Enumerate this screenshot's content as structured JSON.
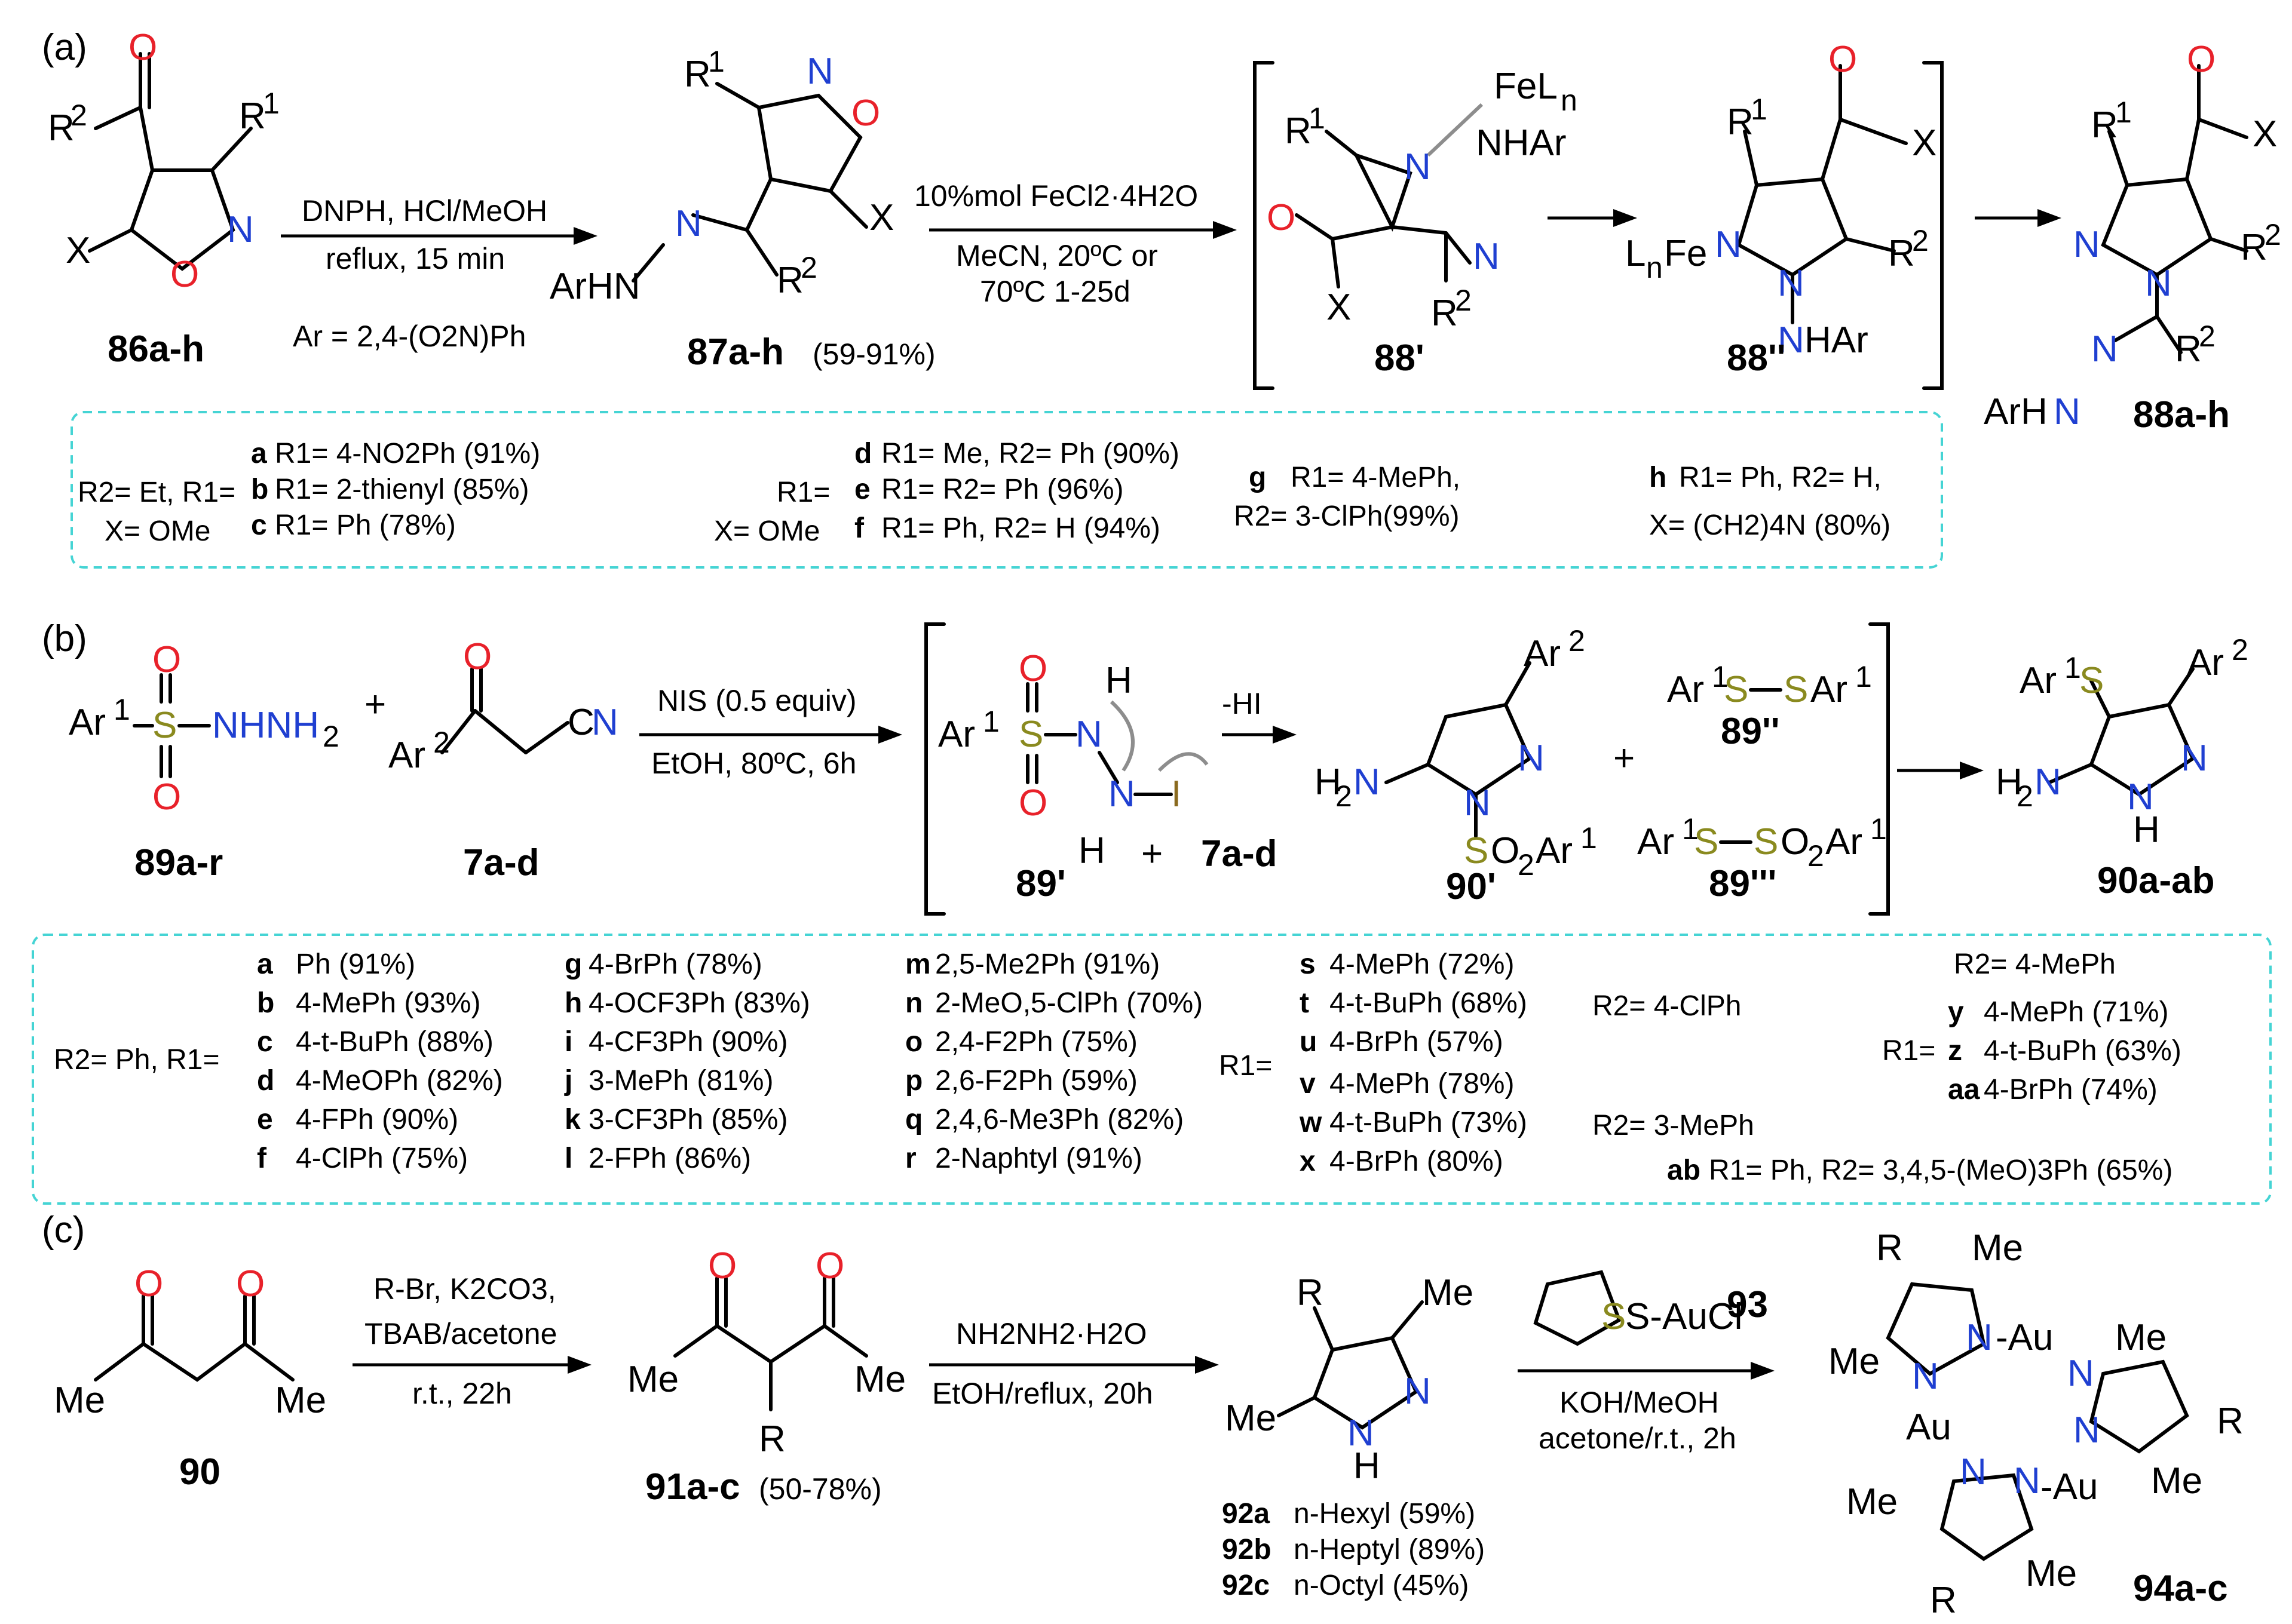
{
  "panels": {
    "a": {
      "tag": "(a)",
      "compounds": {
        "c86": "86a-h",
        "c87": "87a-h",
        "c87_yield": "(59-91%)",
        "c88p": "88'",
        "c88pp": "88''",
        "c88": "88a-h"
      },
      "step1": {
        "line1": "DNPH, HCl/MeOH",
        "line2": "reflux, 15 min",
        "note": "Ar = 2,4-(O2N)Ph"
      },
      "step2": {
        "line1": "10%mol FeCl2·4H2O",
        "line2": "MeCN, 20ºC or",
        "line3": "70ºC 1-25d"
      },
      "legend": {
        "group1_prefix": "R2= Et, R1=",
        "group1_x": "X= OMe",
        "group1": [
          {
            "key": "a",
            "text": "R1= 4-NO2Ph (91%)"
          },
          {
            "key": "b",
            "text": "R1= 2-thienyl (85%)"
          },
          {
            "key": "c",
            "text": "R1= Ph (78%)"
          }
        ],
        "group2_prefix": "R1=",
        "group2_x": "X= OMe",
        "group2": [
          {
            "key": "d",
            "text": "R1= Me, R2= Ph (90%)"
          },
          {
            "key": "e",
            "text": "R1= R2= Ph (96%)"
          },
          {
            "key": "f",
            "text": "R1= Ph, R2= H (94%)"
          }
        ],
        "group3": {
          "key": "g",
          "line1": "R1= 4-MePh,",
          "line2": "R2= 3-ClPh(99%)"
        },
        "group4": {
          "key": "h",
          "line1": "R1= Ph, R2= H,",
          "line2": "X= (CH2)4N (80%)"
        }
      }
    },
    "b": {
      "tag": "(b)",
      "compounds": {
        "c89": "89a-r",
        "c7": "7a-d",
        "c89p": "89'",
        "c7b": "7a-d",
        "c90p": "90'",
        "c89pp": "89''",
        "c89ppp": "89'''",
        "c90": "90a-ab"
      },
      "step1": {
        "line1": "NIS (0.5 equiv)",
        "line2": "EtOH, 80ºC, 6h"
      },
      "step2": {
        "line1": "-HI"
      },
      "legend": {
        "prefix1": "R2= Ph, R1=",
        "col1": [
          {
            "key": "a",
            "text": "Ph (91%)"
          },
          {
            "key": "b",
            "text": "4-MePh (93%)"
          },
          {
            "key": "c",
            "text": "4-t-BuPh (88%)"
          },
          {
            "key": "d",
            "text": "4-MeOPh (82%)"
          },
          {
            "key": "e",
            "text": "4-FPh (90%)"
          },
          {
            "key": "f",
            "text": "4-ClPh (75%)"
          }
        ],
        "col2": [
          {
            "key": "g",
            "text": "4-BrPh (78%)"
          },
          {
            "key": "h",
            "text": "4-OCF3Ph (83%)"
          },
          {
            "key": "i",
            "text": "4-CF3Ph (90%)"
          },
          {
            "key": "j",
            "text": "3-MePh (81%)"
          },
          {
            "key": "k",
            "text": "3-CF3Ph (85%)"
          },
          {
            "key": "l",
            "text": "2-FPh (86%)"
          }
        ],
        "col3": [
          {
            "key": "m",
            "text": "2,5-Me2Ph (91%)"
          },
          {
            "key": "n",
            "text": "2-MeO,5-ClPh (70%)"
          },
          {
            "key": "o",
            "text": "2,4-F2Ph (75%)"
          },
          {
            "key": "p",
            "text": "2,6-F2Ph (59%)"
          },
          {
            "key": "q",
            "text": "2,4,6-Me3Ph (82%)"
          },
          {
            "key": "r",
            "text": "2-Naphtyl (91%)"
          }
        ],
        "prefix2": "R1=",
        "col4": [
          {
            "key": "s",
            "text": "4-MePh (72%)"
          },
          {
            "key": "t",
            "text": "4-t-BuPh (68%)"
          },
          {
            "key": "u",
            "text": "4-BrPh (57%)"
          },
          {
            "key": "v",
            "text": "4-MePh (78%)"
          },
          {
            "key": "w",
            "text": "4-t-BuPh (73%)"
          },
          {
            "key": "x",
            "text": "4-BrPh (80%)"
          }
        ],
        "col4_r2_top": "R2= 4-ClPh",
        "col4_r2_bottom": "R2= 3-MePh",
        "col5_header": "R2= 4-MePh",
        "prefix3": "R1=",
        "col5": [
          {
            "key": "y",
            "text": "4-MePh (71%)"
          },
          {
            "key": "z",
            "text": "4-t-BuPh (63%)"
          },
          {
            "key": "aa",
            "text": "4-BrPh (74%)"
          }
        ],
        "ab": {
          "key": "ab",
          "text": "R1= Ph, R2= 3,4,5-(MeO)3Ph (65%)"
        }
      }
    },
    "c": {
      "tag": "(c)",
      "compounds": {
        "c90": "90",
        "c91": "91a-c",
        "c91_yield": "(50-78%)",
        "c93": "93",
        "c94": "94a-c"
      },
      "step1": {
        "line1": "R-Br, K2CO3,",
        "line2": "TBAB/acetone",
        "line3": "r.t., 22h"
      },
      "step2": {
        "line1": "NH2NH2·H2O",
        "line2": "EtOH/reflux, 20h"
      },
      "step3": {
        "reagent": "S-AuCl",
        "line1": "KOH/MeOH",
        "line2": "acetone/r.t., 2h"
      },
      "products": [
        {
          "key": "92a",
          "text": "n-Hexyl (59%)"
        },
        {
          "key": "92b",
          "text": "n-Heptyl (89%)"
        },
        {
          "key": "92c",
          "text": "n-Octyl (45%)"
        }
      ]
    }
  }
}
